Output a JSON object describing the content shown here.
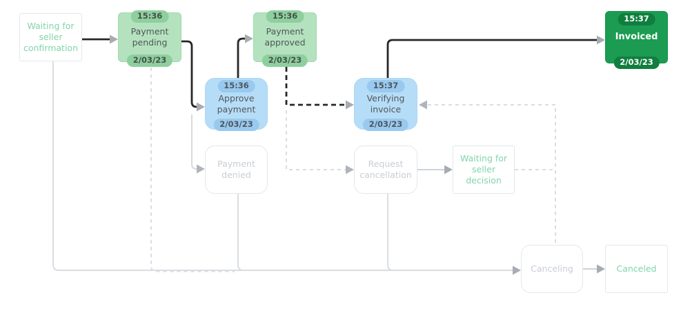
{
  "diagram": {
    "title": "order-status-flow",
    "nodes": {
      "waiting_seller_confirmation": {
        "label": "Waiting for seller confirmation"
      },
      "payment_pending": {
        "label": "Payment pending",
        "time": "15:36",
        "date": "2/03/23"
      },
      "approve_payment": {
        "label": "Approve payment",
        "time": "15:36",
        "date": "2/03/23"
      },
      "payment_approved": {
        "label": "Payment approved",
        "time": "15:36",
        "date": "2/03/23"
      },
      "verifying_invoice": {
        "label": "Verifying invoice",
        "time": "15:37",
        "date": "2/03/23"
      },
      "invoiced": {
        "label": "Invoiced",
        "time": "15:37",
        "date": "2/03/23"
      },
      "payment_denied": {
        "label": "Payment denied"
      },
      "request_cancellation": {
        "label": "Request cancellation"
      },
      "waiting_seller_decision": {
        "label": "Waiting for seller decision"
      },
      "canceling": {
        "label": "Canceling"
      },
      "canceled": {
        "label": "Canceled"
      }
    },
    "colors": {
      "active_edge": "#262626",
      "inactive_edge_light": "#d9dde2",
      "inactive_edge_mid": "#cdd2d8",
      "arrowhead": "#a7acb3",
      "state_green_bg": "#b5e2be",
      "state_blue_bg": "#b6ddf7",
      "state_final_bg": "#1b9c52",
      "badge_green_bg": "#8ecf9e",
      "badge_blue_bg": "#99c9ee",
      "badge_final_bg": "#107e3e",
      "mint_text": "#80d5a8",
      "inactive_text": "#c8cdd5"
    }
  }
}
